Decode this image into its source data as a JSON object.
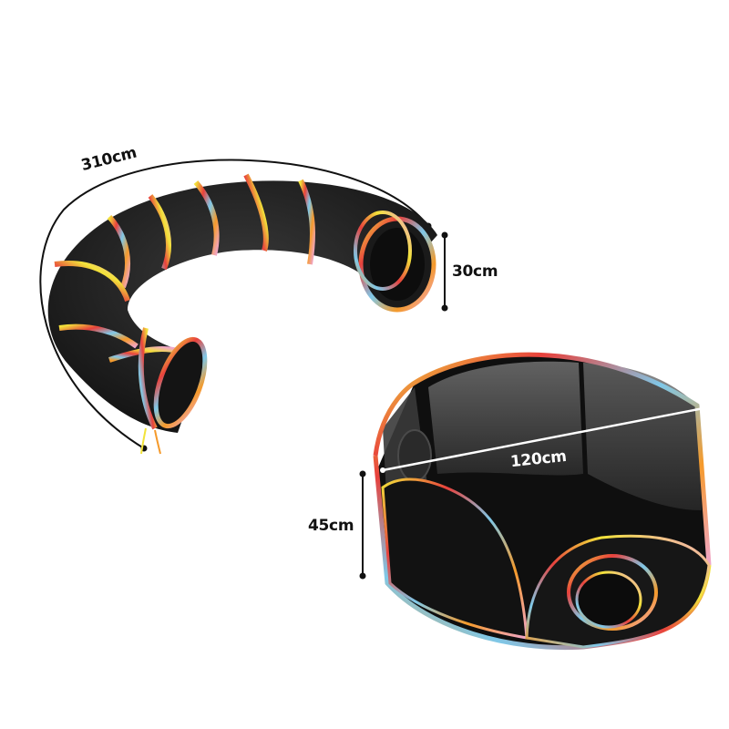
{
  "image": {
    "description": "Product photo: rainbow-striped black mesh cat tunnel and hexagonal pop-up playpen with dimension annotations",
    "background_color": "#ffffff"
  },
  "tunnel": {
    "length_label": "310cm",
    "diameter_label": "30cm",
    "mesh_color": "#1a1a1a",
    "stripe_colors": [
      "#f2e33a",
      "#e8413c",
      "#7fc8e8",
      "#f59a2b",
      "#f0a6c9"
    ]
  },
  "playpen": {
    "width_label": "120cm",
    "height_label": "45cm",
    "panel_color": "#141414",
    "mesh_color": "#555555",
    "trim_colors": [
      "#f2e33a",
      "#e8413c",
      "#7fc8e8",
      "#f59a2b",
      "#f0a6c9"
    ]
  },
  "annotation_colors": {
    "dark_line": "#111111",
    "light_line": "#ffffff"
  }
}
